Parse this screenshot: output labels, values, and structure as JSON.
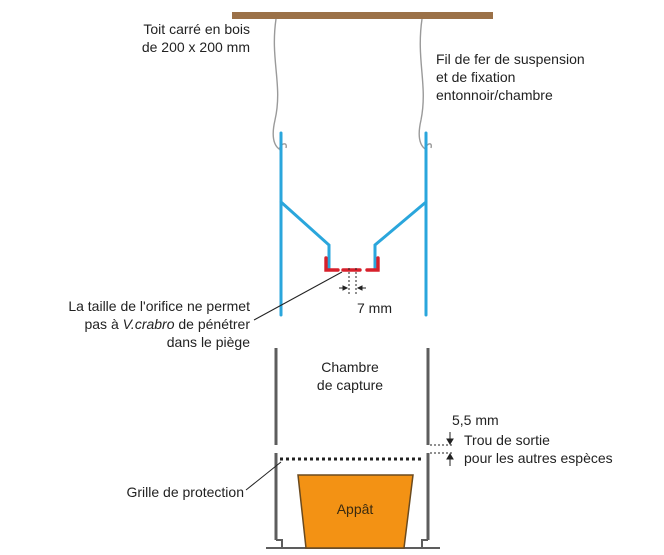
{
  "labels": {
    "roof_line1": "Toit carré en bois",
    "roof_line2": "de 200 x 200 mm",
    "wire_line1": "Fil de fer de suspension",
    "wire_line2": "et de fixation",
    "wire_line3": "entonnoir/chambre",
    "orifice_line1": "La taille de l'orifice ne permet",
    "orifice_line2_pre": "pas à ",
    "orifice_line2_species": "V.crabro",
    "orifice_line2_post": " de pénétrer",
    "orifice_line3": "dans le piège",
    "orifice_size": "7 mm",
    "chamber_line1": "Chambre",
    "chamber_line2": "de capture",
    "gap_size": "5,5 mm",
    "exit_line1": "Trou de sortie",
    "exit_line2": "pour les autres espèces",
    "grid_label": "Grille de protection",
    "bait_label": "Appât"
  },
  "colors": {
    "roof": "#9b7148",
    "funnel": "#2aa6dc",
    "orifice_ring": "#d7202b",
    "chamber_wall": "#5d5d5d",
    "wire": "#9a9a9a",
    "bait": "#f39214",
    "text": "#222222"
  }
}
